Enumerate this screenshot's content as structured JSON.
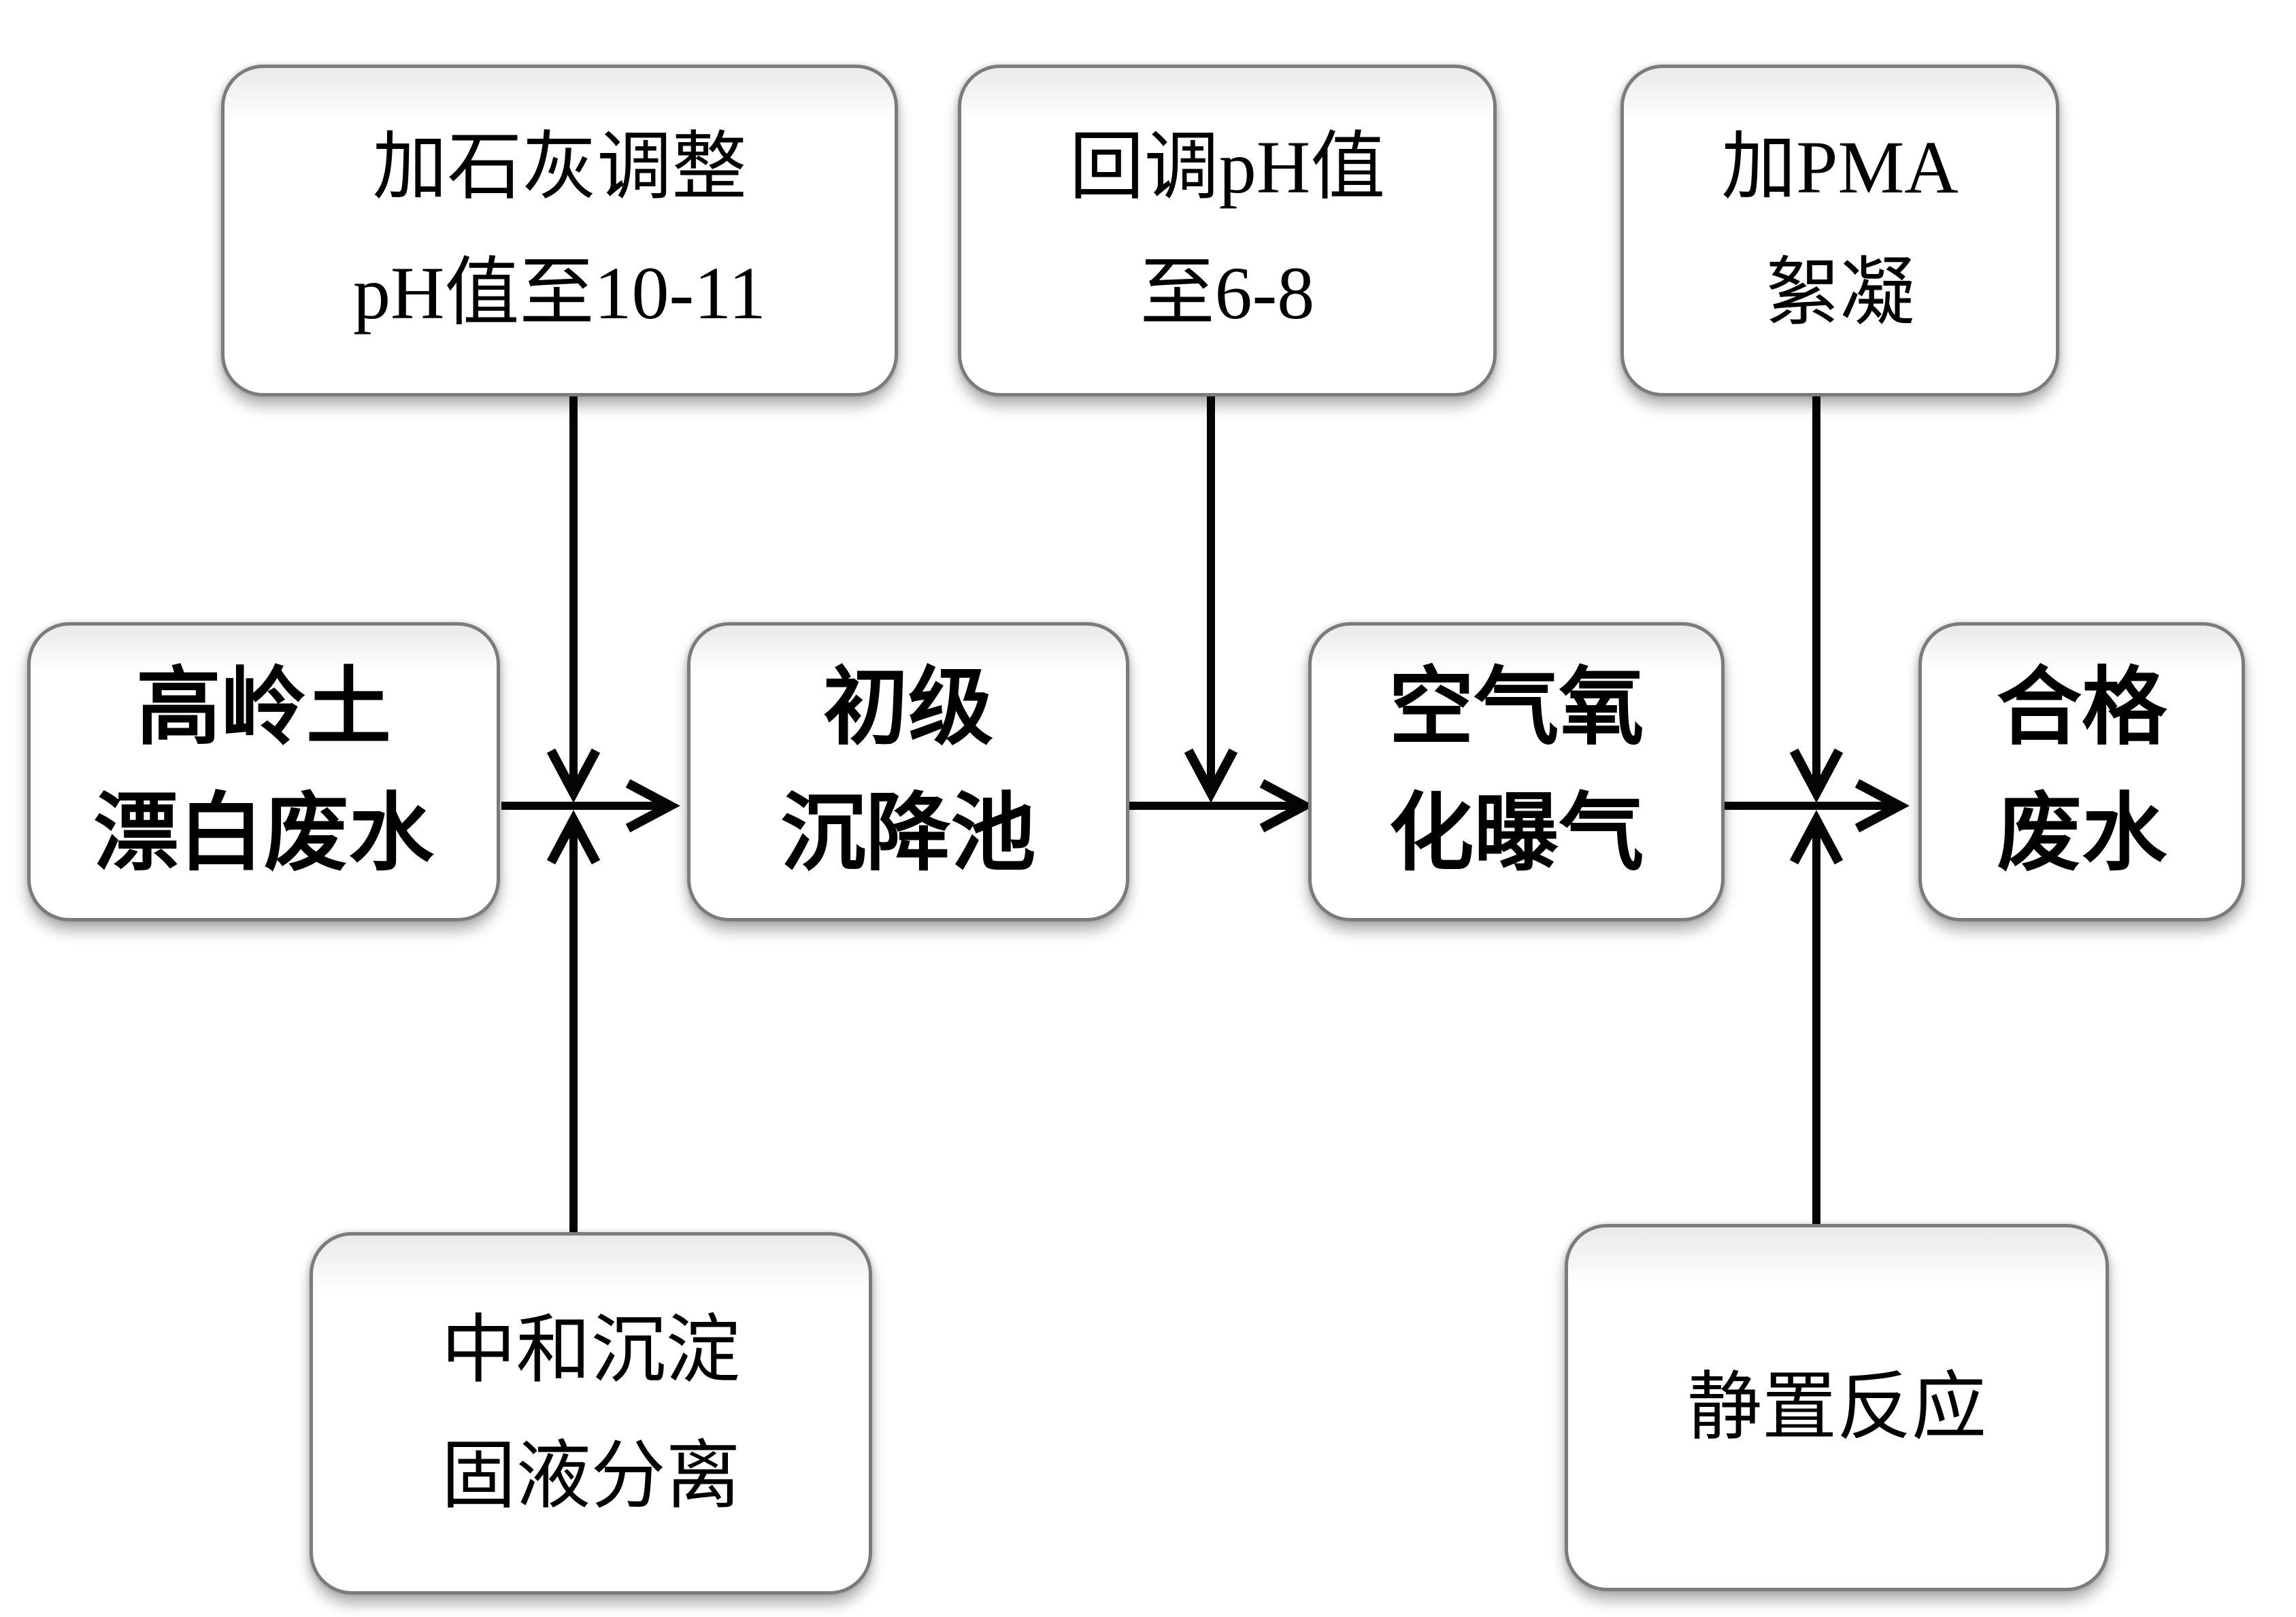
{
  "diagram": {
    "type": "flowchart",
    "language": "zh-CN",
    "colors": {
      "background": "#ffffff",
      "node_fill": "#ffffff",
      "node_border": "#7b7b7b",
      "text": "#000000",
      "arrow": "#050505"
    },
    "nodes": {
      "lime": {
        "lines": [
          "加石灰调整",
          "pH值至10-11"
        ]
      },
      "phback": {
        "lines": [
          "回调pH值",
          "至6-8"
        ]
      },
      "pma": {
        "lines": [
          "加PMA",
          "絮凝"
        ]
      },
      "kaolin": {
        "lines": [
          "高岭土",
          "漂白废水"
        ]
      },
      "primary": {
        "lines": [
          "初级",
          "沉降池"
        ]
      },
      "aeration": {
        "lines": [
          "空气氧",
          "化曝气"
        ]
      },
      "qualified": {
        "lines": [
          "合格",
          "废水"
        ]
      },
      "neutral": {
        "lines": [
          "中和沉淀",
          "固液分离"
        ]
      },
      "standing": {
        "lines": [
          "静置反应"
        ]
      }
    },
    "edges": [
      {
        "from": "kaolin",
        "to": "primary",
        "type": "main-flow"
      },
      {
        "from": "primary",
        "to": "aeration",
        "type": "main-flow"
      },
      {
        "from": "aeration",
        "to": "qualified",
        "type": "main-flow"
      },
      {
        "from": "lime",
        "to": "kaolin-primary-junction",
        "type": "process-input",
        "direction": "down"
      },
      {
        "from": "neutral",
        "to": "kaolin-primary-junction",
        "type": "process-input",
        "direction": "up"
      },
      {
        "from": "phback",
        "to": "primary-aeration-junction",
        "type": "process-input",
        "direction": "down"
      },
      {
        "from": "pma",
        "to": "aeration-qualified-junction",
        "type": "process-input",
        "direction": "down"
      },
      {
        "from": "standing",
        "to": "aeration-qualified-junction",
        "type": "process-input",
        "direction": "up"
      }
    ]
  }
}
